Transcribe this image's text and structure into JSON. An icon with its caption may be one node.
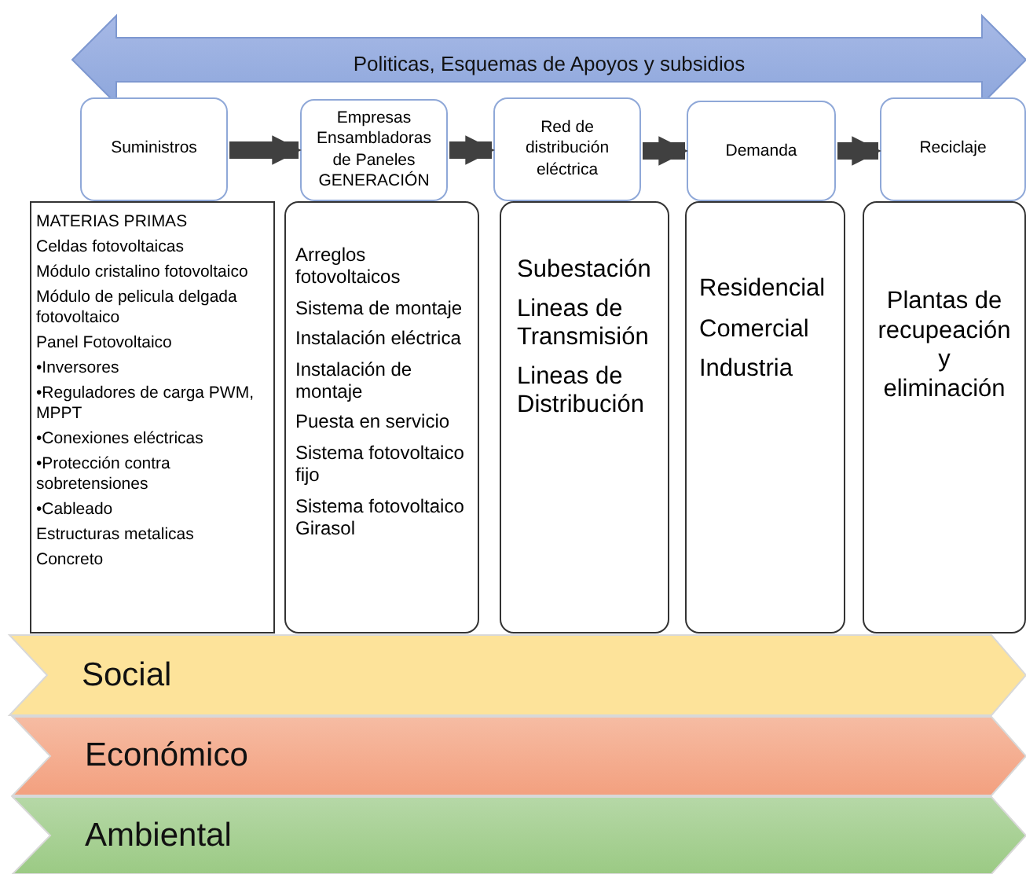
{
  "diagram": {
    "nodes": [
      {
        "text": [
          "Politicas, Esquemas de Apoyos y subsidios"
        ]
      },
      {
        "text": [
          "Suministros"
        ]
      },
      {
        "text": [
          "Empresas Ensambladoras de Paneles GENERACIÓN"
        ]
      },
      {
        "text": [
          "Red de distribución eléctrica"
        ]
      },
      {
        "text": [
          "Demanda"
        ]
      },
      {
        "text": [
          "Reciclaje"
        ]
      },
      {
        "text": [
          "MATERIAS PRIMAS",
          "Celdas fotovoltaicas",
          "Módulo cristalino fotovoltaico",
          "Módulo de pelicula delgada fotovoltaico",
          "Panel Fotovoltaico",
          "•Inversores",
          "•Reguladores de carga PWM, MPPT",
          "•Conexiones eléctricas",
          "•Protección contra sobretensiones",
          "•Cableado",
          "Estructuras metalicas",
          "Concreto"
        ]
      },
      {
        "text": [
          "Arreglos fotovoltaicos",
          "Sistema de montaje",
          "Instalación eléctrica",
          "Instalación de montaje",
          "Puesta en servicio",
          "Sistema fotovoltaico fijo",
          "Sistema fotovoltaico Girasol"
        ]
      },
      {
        "text": [
          "Subestación",
          "Lineas de Transmisión",
          "Lineas de Distribución"
        ]
      },
      {
        "text": [
          "Residencial",
          "Comercial",
          "Industria"
        ]
      },
      {
        "text": [
          "Plantas de recupeación y eliminación"
        ]
      },
      {
        "text": [
          "Social"
        ]
      },
      {
        "text": [
          "Económico"
        ]
      },
      {
        "text": [
          "Ambiental"
        ]
      }
    ],
    "edges": [
      {
        "from": 1,
        "to": 2,
        "arrow": "to"
      },
      {
        "from": 2,
        "to": 3,
        "arrow": "to"
      },
      {
        "from": 3,
        "to": 4,
        "arrow": "to"
      },
      {
        "from": 4,
        "to": 5,
        "arrow": "to"
      }
    ]
  }
}
